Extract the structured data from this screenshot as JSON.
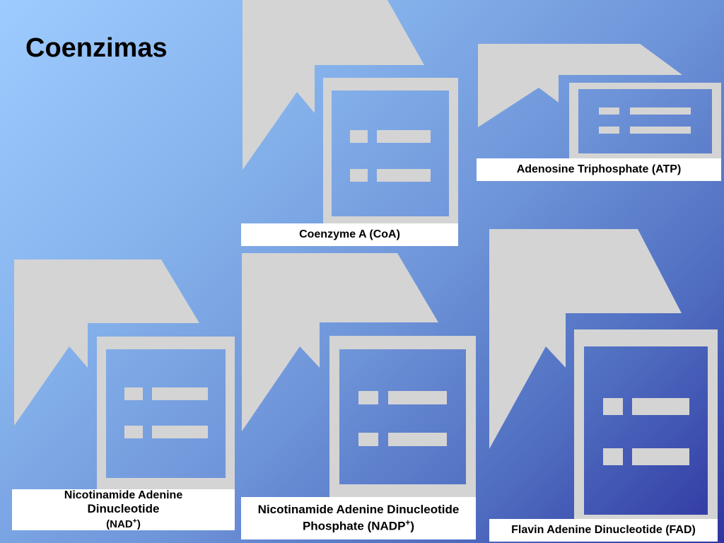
{
  "slide": {
    "title": "Coenzimas"
  },
  "cards": [
    {
      "id": "coa",
      "label": "Coenzyme A (CoA)"
    },
    {
      "id": "atp",
      "label": "Adenosine Triphosphate (ATP)"
    },
    {
      "id": "nad",
      "label_line1": "Nicotinamide Adenine",
      "label_line2": "Dinucleotide",
      "label_line2b": "(NAD",
      "sup": "+",
      "close": ")"
    },
    {
      "id": "nadp",
      "label_line1": "Nicotinamide Adenine Dinucleotide",
      "label_line2": "Phosphate (NADP",
      "sup": "+",
      "close": ")"
    },
    {
      "id": "fad",
      "label": "Flavin Adenine Dinucleotide (FAD)"
    }
  ],
  "colors": {
    "icon_gray": "#d4d4d4",
    "label_bg": "#ffffff",
    "title": "#000000"
  },
  "icons": [
    "chevron-shape",
    "document-icon"
  ]
}
